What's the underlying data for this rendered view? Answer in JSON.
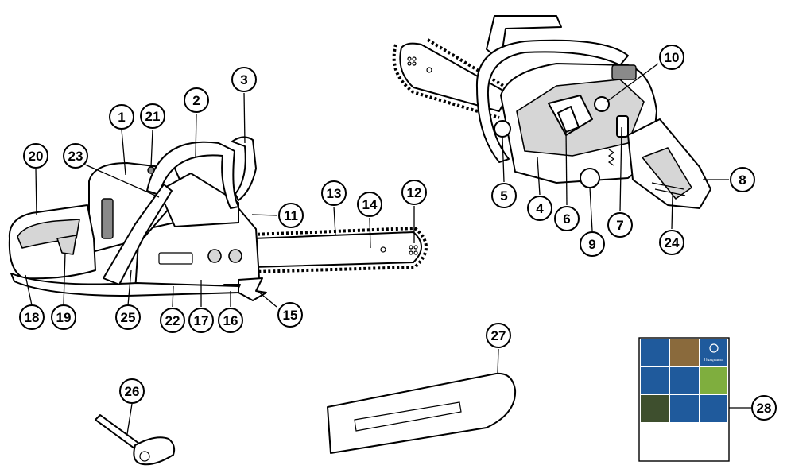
{
  "callouts": [
    {
      "id": "1",
      "label": "1"
    },
    {
      "id": "2",
      "label": "2"
    },
    {
      "id": "3",
      "label": "3"
    },
    {
      "id": "4",
      "label": "4"
    },
    {
      "id": "5",
      "label": "5"
    },
    {
      "id": "6",
      "label": "6"
    },
    {
      "id": "7",
      "label": "7"
    },
    {
      "id": "8",
      "label": "8"
    },
    {
      "id": "9",
      "label": "9"
    },
    {
      "id": "10",
      "label": "10"
    },
    {
      "id": "11",
      "label": "11"
    },
    {
      "id": "12",
      "label": "12"
    },
    {
      "id": "13",
      "label": "13"
    },
    {
      "id": "14",
      "label": "14"
    },
    {
      "id": "15",
      "label": "15"
    },
    {
      "id": "16",
      "label": "16"
    },
    {
      "id": "17",
      "label": "17"
    },
    {
      "id": "18",
      "label": "18"
    },
    {
      "id": "19",
      "label": "19"
    },
    {
      "id": "20",
      "label": "20"
    },
    {
      "id": "21",
      "label": "21"
    },
    {
      "id": "22",
      "label": "22"
    },
    {
      "id": "23",
      "label": "23"
    },
    {
      "id": "24",
      "label": "24"
    },
    {
      "id": "25",
      "label": "25"
    },
    {
      "id": "26",
      "label": "26"
    },
    {
      "id": "27",
      "label": "27"
    },
    {
      "id": "28",
      "label": "28"
    }
  ],
  "manual": {
    "brand": "Husqvarna",
    "brand_color": "#1f5a9c",
    "panel_colors": {
      "blue": "#1f5a9c",
      "bark": "#8a6a3c",
      "grass": "#7fae3e",
      "forest": "#3e4f2e"
    }
  },
  "icons": [
    "husqvarna-logo"
  ]
}
